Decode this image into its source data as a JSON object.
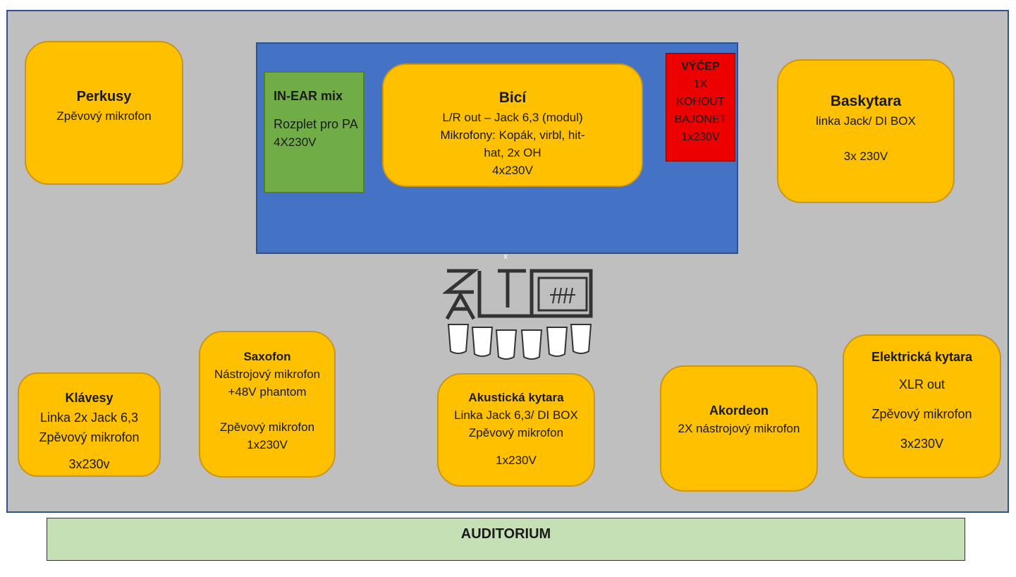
{
  "perkusy": {
    "title": "Perkusy",
    "lines": [
      "Zpěvový mikrofon"
    ]
  },
  "in_ear": {
    "title": "IN-EAR mix",
    "lines": [
      "Rozplet pro PA",
      "4X230V"
    ]
  },
  "bici": {
    "title": "Bicí",
    "lines": [
      "L/R out – Jack 6,3 (modul)",
      "Mikrofony: Kopák, virbl, hit-",
      "hat, 2x OH",
      "4x230V"
    ]
  },
  "vycep": {
    "title": "VÝČEP",
    "lines": [
      "1X",
      "KOHOUT",
      "BAJONET",
      "1x230V"
    ]
  },
  "baskytara": {
    "title": "Baskytara",
    "lines": [
      "linka Jack/ DI BOX",
      "",
      "3x 230V"
    ]
  },
  "klavesy": {
    "title": "Klávesy",
    "lines": [
      "Linka 2x Jack 6,3",
      "Zpěvový mikrofon",
      "3x230v"
    ]
  },
  "saxofon": {
    "title": "Saxofon",
    "lines": [
      "Nástrojový mikrofon",
      "+48V phantom",
      "",
      "Zpěvový mikrofon",
      "1x230V"
    ]
  },
  "akusticka": {
    "title": "Akustická kytara",
    "lines": [
      "Linka Jack 6,3/ DI BOX",
      "Zpěvový mikrofon",
      "",
      "1x230V"
    ]
  },
  "akordeon": {
    "title": "Akordeon",
    "lines": [
      "2X nástrojový mikrofon"
    ]
  },
  "elektricka": {
    "title": "Elektrická kytara",
    "lines": [
      "XLR out",
      "Zpěvový mikrofon",
      "3x230V"
    ]
  },
  "marker": "x",
  "auditorium": "AUDITORIUM",
  "colors": {
    "stage": "#bfbfbf",
    "riser": "#4472c4",
    "instrument": "#ffc000",
    "monitor": "#70ad47",
    "bar": "#ee0000",
    "audience": "#c5e0b4"
  }
}
